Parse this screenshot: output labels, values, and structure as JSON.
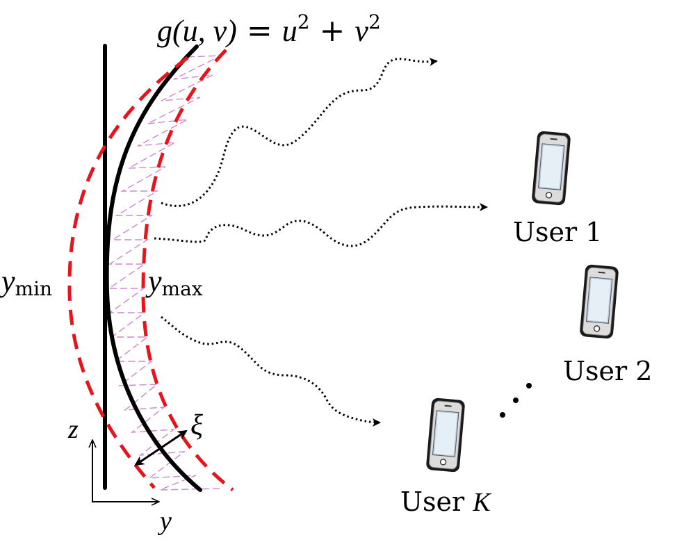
{
  "equation": {
    "lhs": "g(u, v)",
    "equals": "=",
    "term1_base": "u",
    "term1_exp": "2",
    "plus": "+",
    "term2_base": "v",
    "term2_exp": "2"
  },
  "labels": {
    "y_min_base": "y",
    "y_min_sub": "min",
    "y_max_base": "y",
    "y_max_sub": "max",
    "xi": "ξ",
    "axis_z": "z",
    "axis_y": "y"
  },
  "users": [
    {
      "prefix": "User",
      "id": "1",
      "italic": false
    },
    {
      "prefix": "User",
      "id": "2",
      "italic": false
    },
    {
      "prefix": "User",
      "id": "K",
      "italic": true
    }
  ],
  "colors": {
    "surface_line": "#000000",
    "boundary_dash": "#e8141c",
    "hatch": "#cc88cc",
    "ray": "#000000"
  }
}
